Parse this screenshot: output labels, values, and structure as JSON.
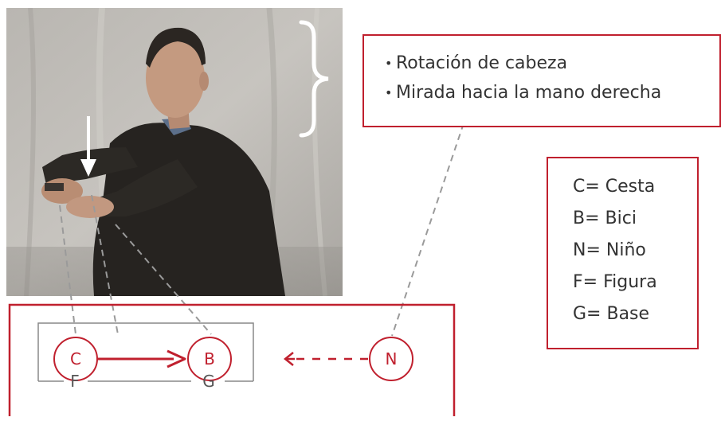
{
  "notes": {
    "items": [
      "Rotación de cabeza",
      "Mirada hacia la mano derecha"
    ]
  },
  "legend": {
    "entries": [
      "C= Cesta",
      "B= Bici",
      "N= Niño",
      "F= Figura",
      "G= Base"
    ]
  },
  "diagram": {
    "node_c": "C",
    "node_b": "B",
    "node_n": "N",
    "label_f": "F",
    "label_g": "G"
  },
  "colors": {
    "accent": "#c0202e",
    "text": "#333333",
    "frame": "#888888"
  }
}
